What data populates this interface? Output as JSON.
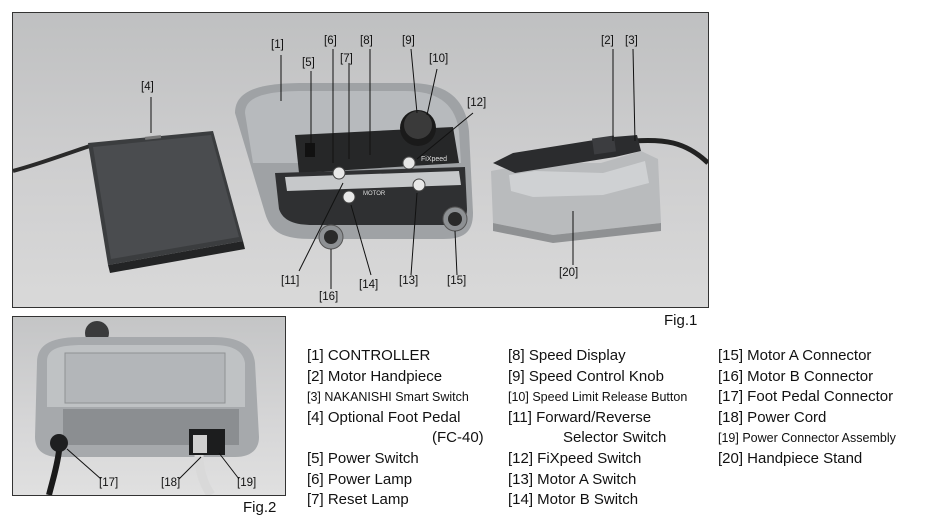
{
  "fig1": {
    "caption": "Fig.1",
    "callouts": [
      "[1]",
      "[2]",
      "[3]",
      "[4]",
      "[5]",
      "[6]",
      "[7]",
      "[8]",
      "[9]",
      "[10]",
      "[11]",
      "[12]",
      "[13]",
      "[14]",
      "[15]",
      "[16]",
      "[20]"
    ],
    "device_text": {
      "fixpeed": "FiXpeed",
      "motor": "MOTOR"
    }
  },
  "fig2": {
    "caption": "Fig.2",
    "callouts": [
      "[17]",
      "[18]",
      "[19]"
    ]
  },
  "legend": {
    "col1": [
      {
        "text": "[1] CONTROLLER"
      },
      {
        "text": "[2] Motor Handpiece"
      },
      {
        "text": "[3] NAKANISHI Smart Switch",
        "small": true
      },
      {
        "text": "[4] Optional Foot Pedal",
        "cont": "(FC-40)"
      },
      {
        "text": "[5] Power Switch"
      },
      {
        "text": "[6] Power Lamp"
      },
      {
        "text": "[7] Reset Lamp"
      }
    ],
    "col2": [
      {
        "text": "[8] Speed Display"
      },
      {
        "text": "[9] Speed Control Knob"
      },
      {
        "text": "[10] Speed Limit Release Button",
        "small": true
      },
      {
        "text": "[11] Forward/Reverse",
        "cont": "Selector Switch"
      },
      {
        "text": "[12] FiXpeed Switch"
      },
      {
        "text": "[13] Motor A Switch"
      },
      {
        "text": "[14] Motor B Switch"
      }
    ],
    "col3": [
      {
        "text": "[15] Motor A Connector"
      },
      {
        "text": "[16] Motor B Connector"
      },
      {
        "text": "[17] Foot Pedal Connector"
      },
      {
        "text": "[18] Power Cord"
      },
      {
        "text": "[19] Power Connector Assembly",
        "small": true
      },
      {
        "text": "[20] Handpiece Stand"
      }
    ]
  }
}
